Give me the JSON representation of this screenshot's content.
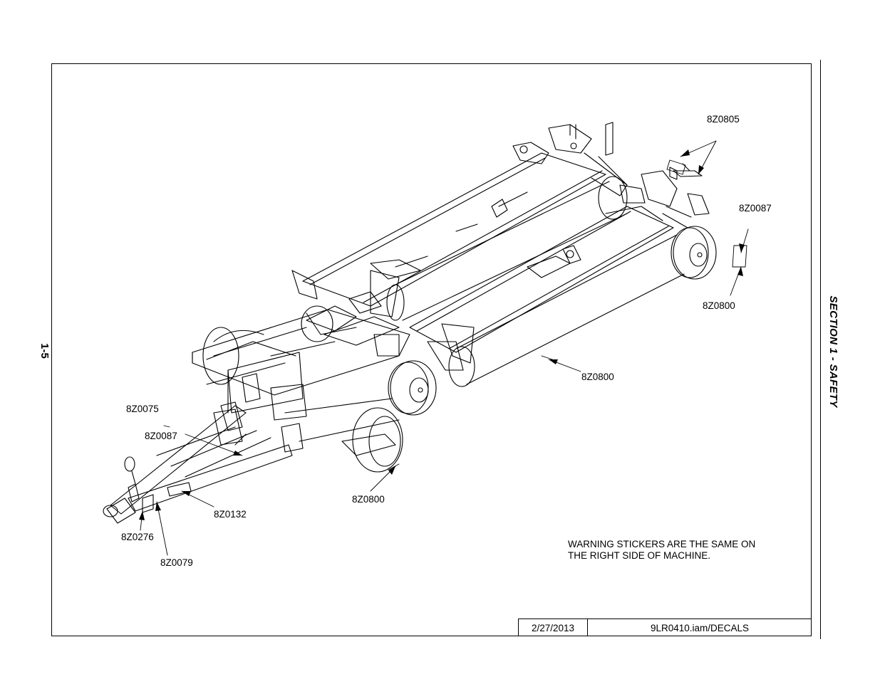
{
  "page": {
    "page_number": "1-5",
    "section_title": "SECTION 1 - SAFETY"
  },
  "callouts": [
    "8Z0805",
    "8Z0087",
    "8Z0800",
    "8Z0800",
    "8Z0075",
    "8Z0087",
    "8Z0800",
    "8Z0132",
    "8Z0276",
    "8Z0079"
  ],
  "note": {
    "line1": "WARNING STICKERS ARE THE SAME ON",
    "line2": "THE RIGHT SIDE OF MACHINE."
  },
  "title_block": {
    "date": "2/27/2013",
    "filename": "9LR0410.iam/DECALS"
  }
}
